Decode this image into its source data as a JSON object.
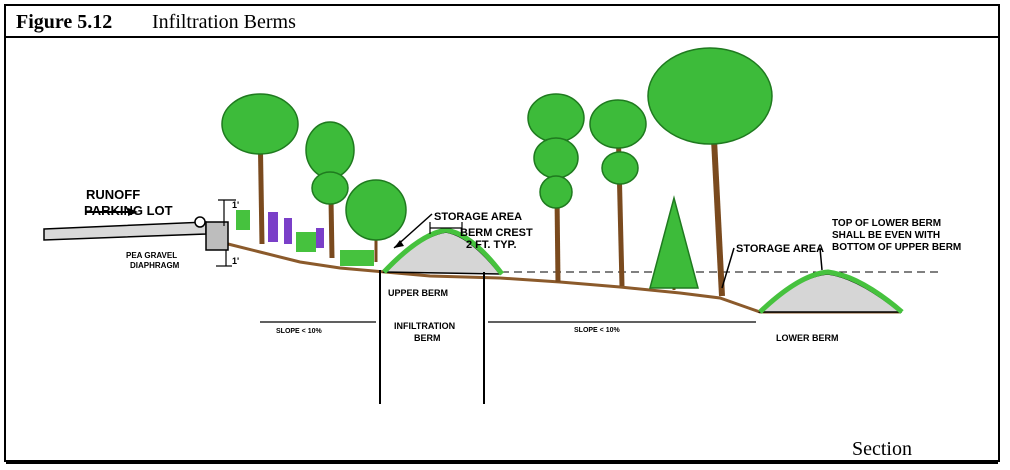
{
  "figure": {
    "number": "Figure 5.12",
    "title": "Infiltration Berms",
    "section_label": "Section"
  },
  "labels": {
    "runoff": "RUNOFF",
    "parking_lot": "PARKING LOT",
    "pea_gravel_1": "PEA GRAVEL",
    "pea_gravel_2": "DIAPHRAGM",
    "storage_area_upper": "STORAGE AREA",
    "berm_crest_1": "BERM CREST",
    "berm_crest_2": "2 FT. TYP.",
    "storage_area_lower": "STORAGE AREA",
    "top_lower_1": "TOP OF LOWER BERM",
    "top_lower_2": "SHALL BE EVEN WITH",
    "top_lower_3": "BOTTOM OF UPPER BERM",
    "upper_berm": "UPPER BERM",
    "infiltration_1": "INFILTRATION",
    "infiltration_2": "BERM",
    "slope_left": "SLOPE < 10%",
    "slope_right": "SLOPE < 10%",
    "lower_berm": "LOWER BERM",
    "dim_top": "1'",
    "dim_bottom": "1'"
  },
  "colors": {
    "foliage": "#3dbb3a",
    "foliage_dark": "#1f7a1f",
    "trunk": "#7a4a1e",
    "soil": "#8b5a2b",
    "grass": "#46c23e",
    "gravel": "#cfcfcf",
    "flower": "#7a3fc8"
  }
}
